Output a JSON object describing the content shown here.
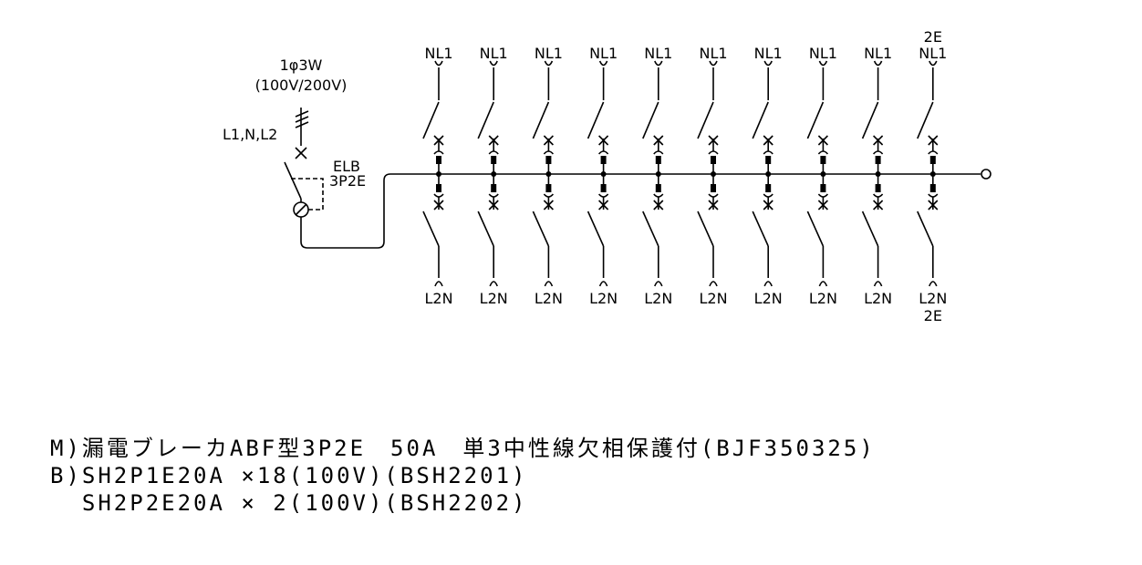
{
  "supply": {
    "phase_label": "1φ3W",
    "voltage_label": "(100V/200V)",
    "lines_label": "L1,N,L2"
  },
  "main_breaker": {
    "label": "ELB",
    "poles_label": "3P2E"
  },
  "branches": [
    {
      "top": "NL1",
      "bottom": "L2N"
    },
    {
      "top": "NL1",
      "bottom": "L2N"
    },
    {
      "top": "NL1",
      "bottom": "L2N"
    },
    {
      "top": "NL1",
      "bottom": "L2N"
    },
    {
      "top": "NL1",
      "bottom": "L2N"
    },
    {
      "top": "NL1",
      "bottom": "L2N"
    },
    {
      "top": "NL1",
      "bottom": "L2N"
    },
    {
      "top": "NL1",
      "bottom": "L2N"
    },
    {
      "top": "NL1",
      "bottom": "L2N"
    },
    {
      "top": "NL1",
      "bottom": "L2N",
      "top_extra": "2E",
      "bottom_extra": "2E"
    }
  ],
  "spec_lines": [
    "M)漏電ブレーカABF型3P2E　50A　単3中性線欠相保護付(BJF350325)",
    "B)SH2P1E20A ×18(100V)(BSH2201)",
    "  SH2P2E20A × 2(100V)(BSH2202)"
  ]
}
